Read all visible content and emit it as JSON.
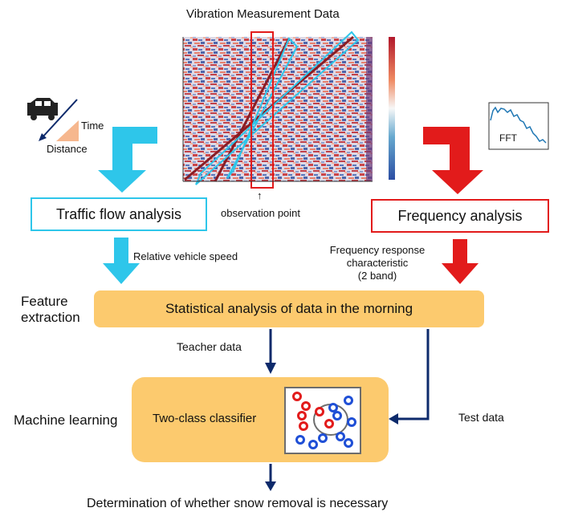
{
  "diagram": {
    "title": "Vibration Measurement Data",
    "observation_point": "observation point",
    "observation_arrow": "↑",
    "time_label": "Time",
    "distance_label": "Distance",
    "fft_label": "FFT",
    "traffic_flow": "Traffic flow analysis",
    "frequency_analysis": "Frequency analysis",
    "relative_speed": "Relative vehicle speed",
    "frequency_response_lines": [
      "Frequency response",
      "characteristic",
      "(2 band)"
    ],
    "feature_extraction_lines": [
      "Feature",
      "extraction"
    ],
    "statistical_analysis": "Statistical analysis of data in the morning",
    "teacher_data": "Teacher data",
    "test_data": "Test data",
    "machine_learning": "Machine learning",
    "classifier": "Two-class classifier",
    "conclusion": "Determination of whether snow removal is necessary"
  },
  "colors": {
    "cyan": "#2ec6ea",
    "red": "#e21b1b",
    "orange": "#fcca6e",
    "navy": "#0d2a6b",
    "class_red": "#e21b1b",
    "class_blue": "#1f4fd6"
  }
}
